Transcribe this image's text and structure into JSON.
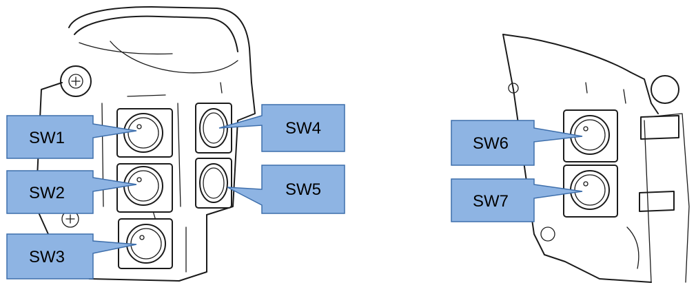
{
  "callouts": {
    "sw1": "SW1",
    "sw2": "SW2",
    "sw3": "SW3",
    "sw4": "SW4",
    "sw5": "SW5",
    "sw6": "SW6",
    "sw7": "SW7"
  },
  "colors": {
    "callout_fill": "#8eb4e3",
    "callout_stroke": "#3d6eab",
    "outline": "#1a1a1a"
  }
}
